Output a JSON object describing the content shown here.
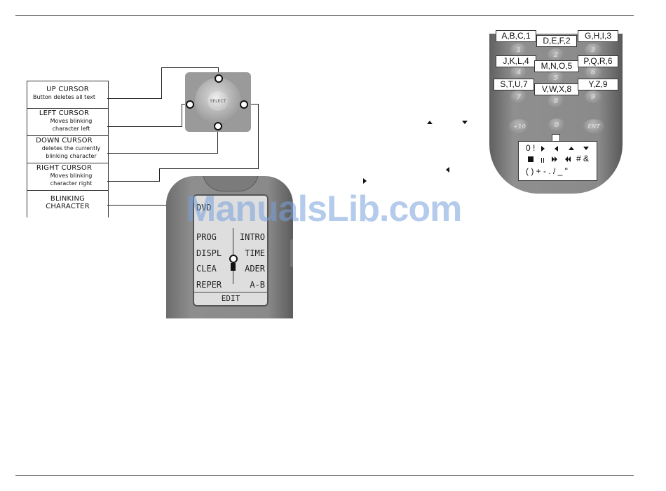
{
  "cursor_labels": [
    {
      "title": "UP CURSOR",
      "sub": [
        "Button deletes all text"
      ]
    },
    {
      "title": "LEFT CURSOR",
      "sub": [
        "Moves blinking",
        "character left"
      ]
    },
    {
      "title": "DOWN CURSOR",
      "sub": [
        "deletes the currently",
        "blinking character"
      ]
    },
    {
      "title": "RIGHT CURSOR",
      "sub": [
        "Moves blinking",
        "character right"
      ]
    },
    {
      "title": "BLINKING",
      "sub": [
        "CHARACTER"
      ]
    }
  ],
  "dpad": {
    "center_label": "SELECT"
  },
  "screen": {
    "top_label": "DVD",
    "rows": [
      {
        "left": "PROG",
        "right": "INTRO"
      },
      {
        "left": "DISPL",
        "right": "TIME"
      },
      {
        "left": "CLEA",
        "right": "ADER"
      },
      {
        "left": "REPER",
        "right": "A-B"
      }
    ],
    "mode_label": "EDIT"
  },
  "keypad": {
    "keys": [
      "1",
      "2",
      "3",
      "4",
      "5",
      "6",
      "7",
      "8",
      "9",
      "+10",
      "0",
      "ENT"
    ],
    "tags": [
      "A,B,C,1",
      "D,E,F,2",
      "G,H,I,3",
      "J,K,L,4",
      "M,N,O,5",
      "P,Q,R,6",
      "S,T,U,7",
      "V,W,X,8",
      "Y,Z,9"
    ],
    "symbols": {
      "row1_prefix": "0 !",
      "row2_suffix": "# &",
      "row3": "( ) +  -  .  /  _  \""
    }
  },
  "watermark": "ManualsLib.com"
}
